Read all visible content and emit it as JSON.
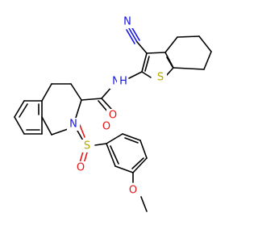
{
  "diagram": {
    "type": "chemical-structure",
    "atoms": {
      "nitrile_n": {
        "text": "N",
        "color": "#1414e6"
      },
      "amide_nh": {
        "text": "N",
        "color": "#1414e6"
      },
      "amide_h": {
        "text": "H",
        "color": "#1414e6"
      },
      "thiophene_s": {
        "text": "S",
        "color": "#b3a600"
      },
      "carbonyl_o": {
        "text": "O",
        "color": "#e61414"
      },
      "ring_n": {
        "text": "N",
        "color": "#1414e6"
      },
      "sulfonyl_s": {
        "text": "S",
        "color": "#b3a600"
      },
      "sulfonyl_o1": {
        "text": "O",
        "color": "#e61414"
      },
      "sulfonyl_o2": {
        "text": "O",
        "color": "#e61414"
      },
      "methoxy_o": {
        "text": "O",
        "color": "#e61414"
      }
    }
  }
}
